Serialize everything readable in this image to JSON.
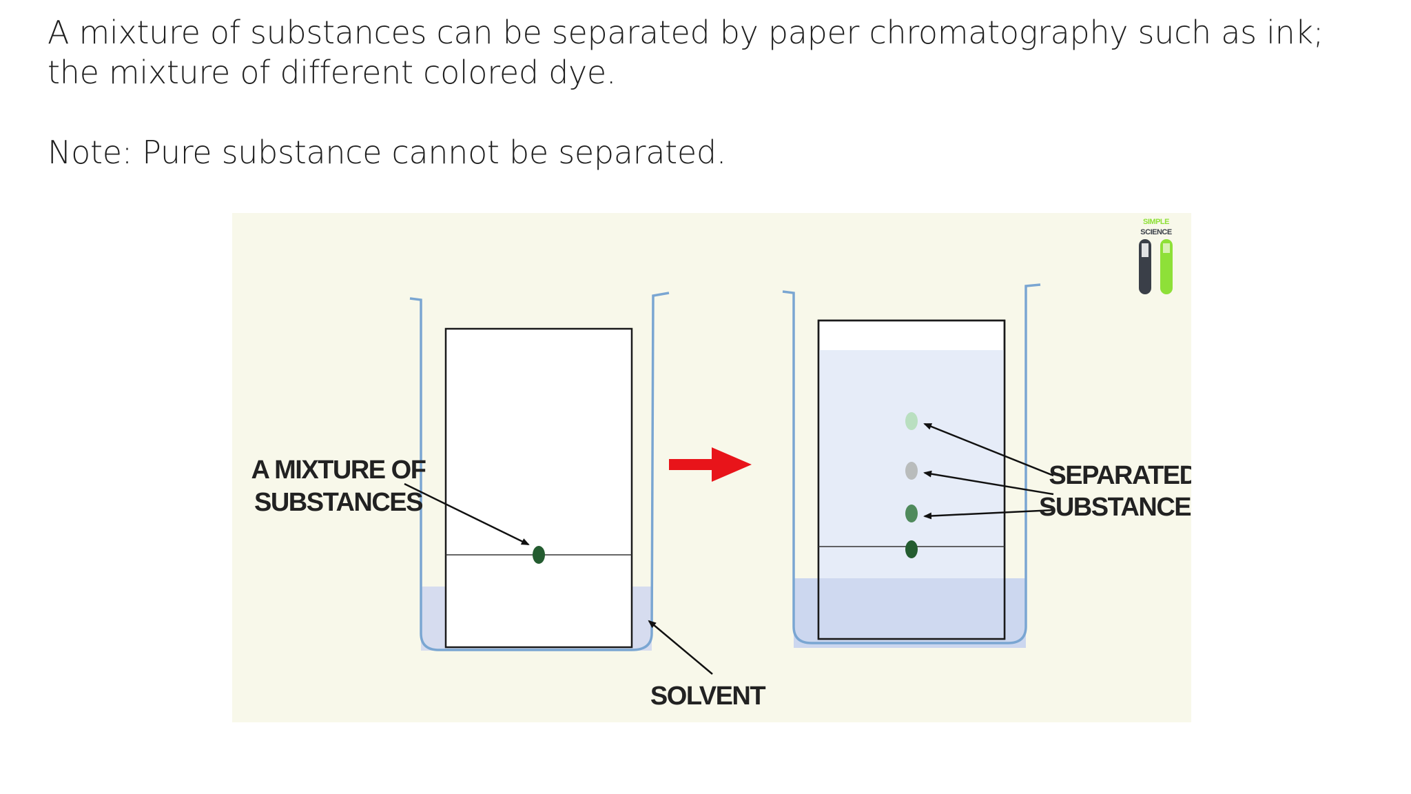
{
  "slide": {
    "paragraph_line1": "A mixture of substances can be separated by paper chromatography such as ink;",
    "paragraph_line2": "the mixture of different colored dye.",
    "note": "Note: Pure substance cannot be separated."
  },
  "diagram": {
    "label_mixture_line1": "A MIXTURE OF",
    "label_mixture_line2": "SUBSTANCES",
    "label_solvent": "SOLVENT",
    "label_separated_line1": "SEPARATED",
    "label_separated_line2": "SUBSTANCES",
    "logo_line1": "SIMPLE",
    "logo_line2": "SCIENCE",
    "colors": {
      "background": "#f8f8ea",
      "beaker": "#7aa6d2",
      "solvent": "#d6dcef",
      "arrow": "#e8141a",
      "spot_dark": "#245c30",
      "spot_mid": "#4f8a5c",
      "spot_grey": "#b9bcbc",
      "spot_light": "#b9dfc0",
      "logo_dark": "#3a3f48",
      "logo_green": "#8ee038"
    }
  }
}
